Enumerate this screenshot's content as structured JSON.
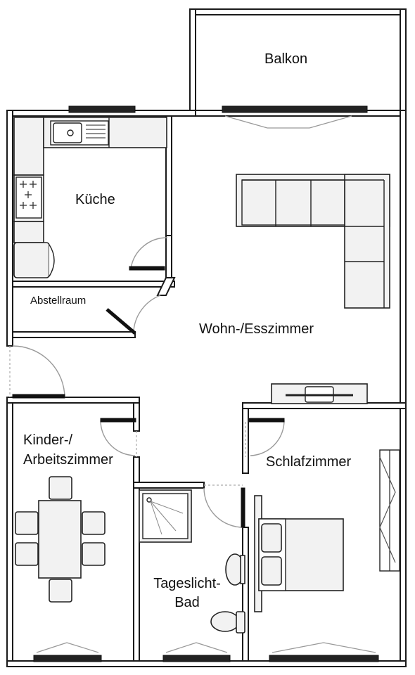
{
  "rooms": {
    "balcony": "Balkon",
    "kitchen": "Küche",
    "storage": "Abstellraum",
    "living": "Wohn-/Esszimmer",
    "kids_line1": "Kinder-/",
    "kids_line2": "Arbeitszimmer",
    "bedroom": "Schlafzimmer",
    "bath_line1": "Tageslicht-",
    "bath_line2": "Bad"
  },
  "icons": [
    "window-icon",
    "door-icon",
    "sink-icon",
    "stove-icon",
    "fridge-icon",
    "sofa-icon",
    "tv-icon",
    "table-icon",
    "chair-icon",
    "shower-icon",
    "sink-icon",
    "toilet-icon",
    "bed-icon",
    "wardrobe-icon"
  ],
  "colors": {
    "wall": "#1a1a1a",
    "furniture_fill": "#f0f0f0",
    "background": "#ffffff"
  }
}
